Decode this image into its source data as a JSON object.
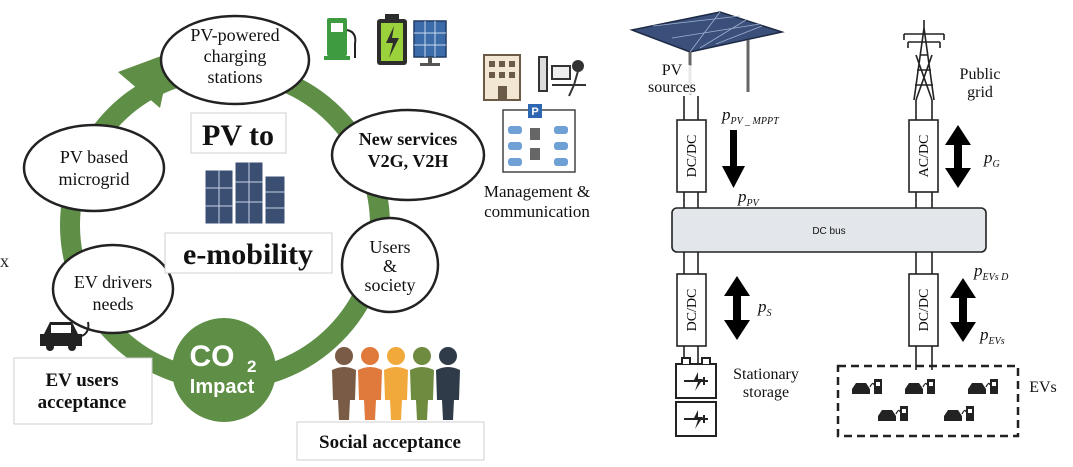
{
  "left": {
    "cut_letter": "x",
    "center_title_top": "PV to",
    "center_title_bottom": "e-mobility",
    "nodes": {
      "pv_charging": "PV-powered\ncharging\nstations",
      "new_services": "New services\nV2G, V2H",
      "microgrid": "PV based\nmicrogrid",
      "users_society": "Users\n&\nsociety",
      "ev_drivers": "EV drivers\nneeds"
    },
    "management_label": "Management &\ncommunication",
    "parking_sign": "P",
    "co2_label": "CO",
    "co2_subscript": "2",
    "impact_label": "Impact",
    "ev_users_label": "EV users\nacceptance",
    "social_label": "Social acceptance",
    "colors": {
      "cycle_green": "#5f8f47",
      "panel_blue": "#3b4f73",
      "person_colors": [
        "#7a5b45",
        "#e07a3c",
        "#f2a93b",
        "#6f8b40",
        "#2f3b48"
      ]
    }
  },
  "right": {
    "pv_sources_label": "PV\nsources",
    "public_grid_label": "Public\ngrid",
    "dc_bus_label": "DC bus",
    "converters": {
      "pv": "DC/DC",
      "grid": "AC/DC",
      "storage": "DC/DC",
      "evs": "DC/DC"
    },
    "symbols": {
      "p_pv_mppt_main": "p",
      "p_pv_mppt_sub": "PV _ MPPT",
      "p_pv_main": "p",
      "p_pv_sub": "PV",
      "p_g_main": "p",
      "p_g_sub": "G",
      "p_s_main": "p",
      "p_s_sub": "S",
      "p_evs_d_main": "p",
      "p_evs_d_sub": "EVs D",
      "p_evs_main": "p",
      "p_evs_sub": "EVs"
    },
    "stationary_storage_label": "Stationary\nstorage",
    "evs_label": "EVs"
  }
}
